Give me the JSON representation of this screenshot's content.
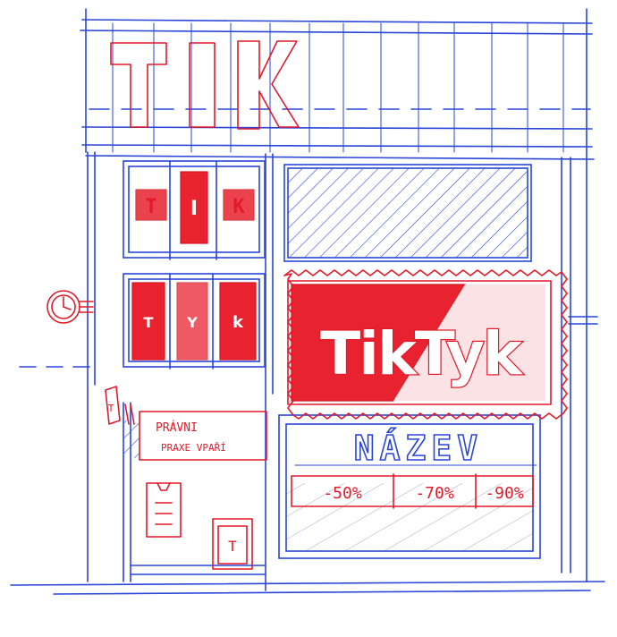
{
  "fascia": {
    "letters": [
      "T",
      "I",
      "K"
    ]
  },
  "window_sign_top": {
    "letters": [
      "T",
      "I",
      "K"
    ]
  },
  "window_sign_bottom": {
    "letters": [
      "T",
      "Y",
      "k"
    ]
  },
  "main_sign": {
    "text": "TikTyk"
  },
  "notice_sign": {
    "line1": "PRÁVNI",
    "line2": "PRAXE VPAŘÍ",
    "flag_letter": "T"
  },
  "door_sign": {
    "letter": "T"
  },
  "name_sign": {
    "text": "NÁZEV"
  },
  "discounts": [
    "-50%",
    "-70%",
    "-90%"
  ],
  "colors": {
    "ink_blue": "#2946d8",
    "ink_red": "#e21a2a"
  }
}
